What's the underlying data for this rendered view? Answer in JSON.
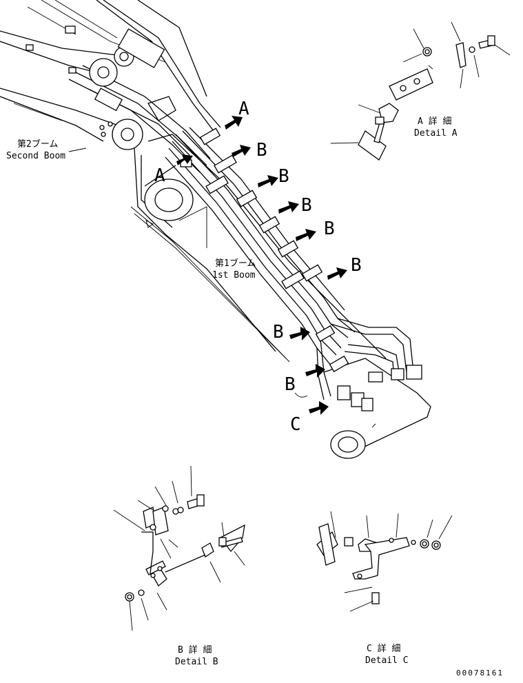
{
  "labels": {
    "second_boom_jp": "第2ブーム",
    "second_boom_en": "Second Boom",
    "first_boom_jp": "第1ブーム",
    "first_boom_en": "1st Boom",
    "detail_a_jp": "A 詳 細",
    "detail_a_en": "Detail A",
    "detail_b_jp": "B 詳 細",
    "detail_b_en": "Detail B",
    "detail_c_jp": "C 詳 細",
    "detail_c_en": "Detail C",
    "callout_a": "A",
    "callout_b": "B",
    "callout_c": "C",
    "drawing_number": "00078161"
  }
}
